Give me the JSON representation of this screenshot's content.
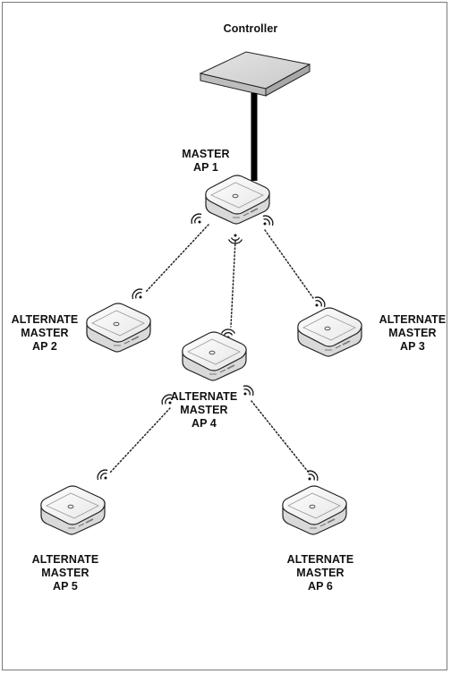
{
  "controller": {
    "label": "Controller"
  },
  "master_ap": {
    "line1": "MASTER",
    "line2": "AP 1"
  },
  "alternate_aps": [
    {
      "line1": "ALTERNATE",
      "line2": "MASTER",
      "line3": "AP 2"
    },
    {
      "line1": "ALTERNATE",
      "line2": "MASTER",
      "line3": "AP 3"
    },
    {
      "line1": "ALTERNATE",
      "line2": "MASTER",
      "line3": "AP 4"
    },
    {
      "line1": "ALTERNATE",
      "line2": "MASTER",
      "line3": "AP 5"
    },
    {
      "line1": "ALTERNATE",
      "line2": "MASTER",
      "line3": "AP 6"
    }
  ]
}
